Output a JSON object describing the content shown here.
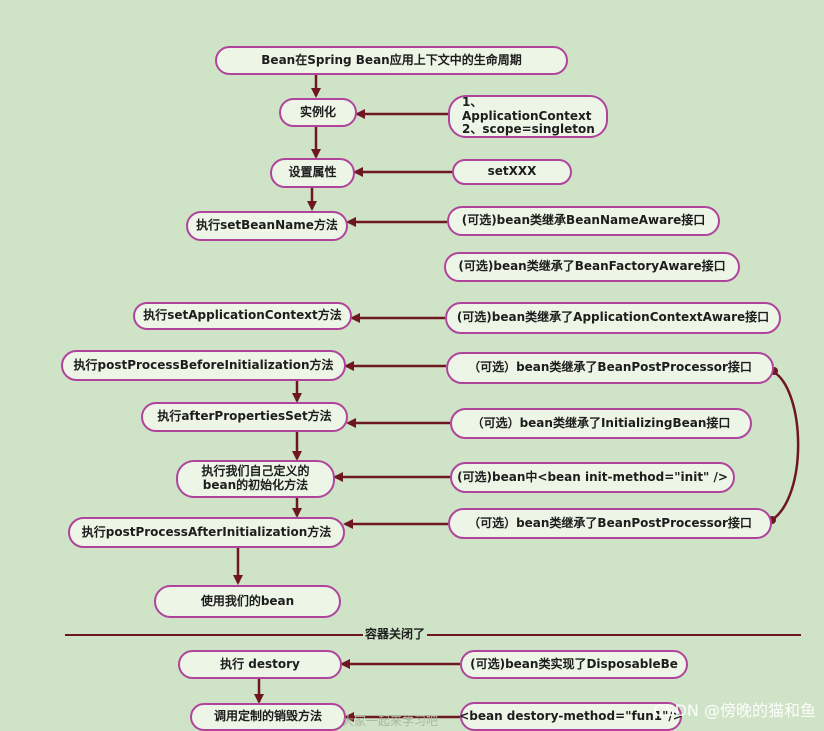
{
  "title": "Bean在Spring Bean应用上下文中的生命周期",
  "steps": {
    "instantiate": "实例化",
    "set_props": "设置属性",
    "set_bean_name": "执行setBeanName方法",
    "set_app_ctx": "执行setApplicationContext方法",
    "post_before": "执行postProcessBeforeInitialization方法",
    "after_props": "执行afterPropertiesSet方法",
    "custom_init": "执行我们自己定义的\nbean的初始化方法",
    "post_after": "执行postProcessAfterInitialization方法",
    "use_bean": "使用我们的bean",
    "destroy": "执行 destory",
    "custom_destroy": "调用定制的销毁方法"
  },
  "notes": {
    "instantiate": "1、ApplicationContext\n2、scope=singleton",
    "set_props": "setXXX",
    "bean_name_aware": "(可选)bean类继承BeanNameAware接口",
    "bean_factory_aware": "(可选)bean类继承了BeanFactoryAware接口",
    "app_ctx_aware": "(可选)bean类继承了ApplicationContextAware接口",
    "post_processor_1": "（可选）bean类继承了BeanPostProcessor接口",
    "initializing_bean": "（可选）bean类继承了InitializingBean接口",
    "init_method": "(可选)bean中<bean init-method=\"init\" />",
    "post_processor_2": "（可选）bean类继承了BeanPostProcessor接口",
    "disposable_bean": "(可选)bean类实现了DisposableBe",
    "destroy_method": "<bean destory-method=\"fun1\"/>"
  },
  "divider_label": "容器关闭了",
  "watermark": "CSDN @傍晚的猫和鱼",
  "faint_text": "大家一起来学习吧",
  "colors": {
    "background": "#cfe3c6",
    "node_fill": "#ecf5e6",
    "node_border": "#b0449c",
    "arrow": "#6e1622"
  }
}
